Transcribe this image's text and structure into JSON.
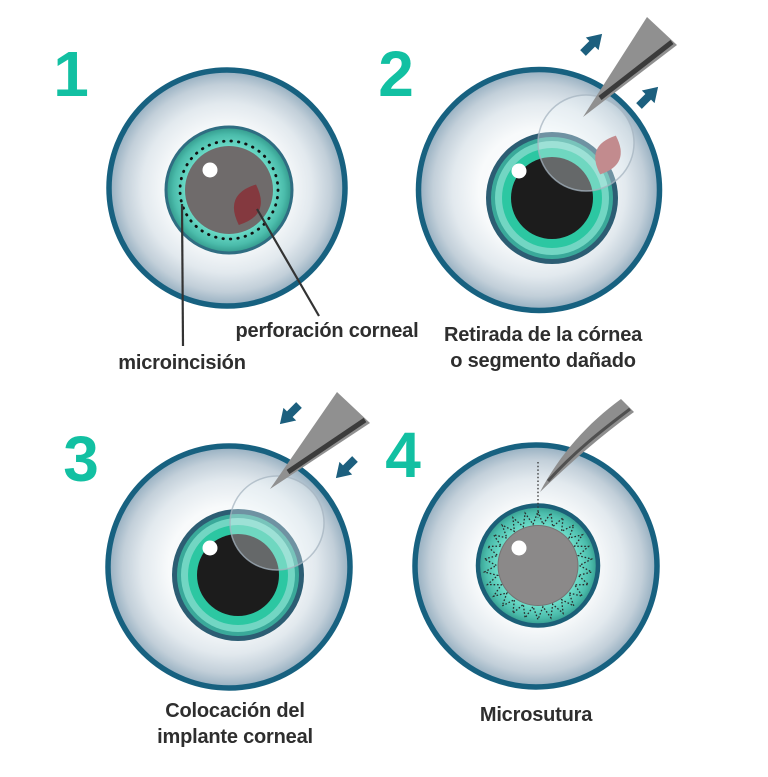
{
  "steps": [
    {
      "number": "1",
      "annotations": {
        "microincision": "microincisión",
        "perforation": "perforación corneal"
      }
    },
    {
      "number": "2",
      "caption": {
        "line1": "Retirada de la córnea",
        "line2": "o segmento dañado"
      }
    },
    {
      "number": "3",
      "caption": {
        "line1": "Colocación del",
        "line2": "implante corneal"
      }
    },
    {
      "number": "4",
      "caption": {
        "line1": "Microsutura"
      }
    }
  ],
  "colors": {
    "accent_teal": "#12c0a2",
    "eye_outline": "#176180",
    "sclera_edge": "#93adbf",
    "iris_slate": "#2c5d73",
    "iris_mint": "#72d6c3",
    "iris_green": "#2cc7a2",
    "pupil_black": "#1c1c1c",
    "stroma_gray": "#6f6b6b",
    "implant_gray": "#8b8989",
    "wound_red": "#84393f",
    "damaged_tissue_pink": "#c28b8e",
    "instrument_gray": "#909090",
    "instrument_edge": "#3b3b3b",
    "arrow_blue": "#1c5f7e",
    "label_text": "#2e2e2e"
  },
  "icons": {
    "tweezers": "surgical-tweezers-icon",
    "needle": "suture-needle-icon",
    "arrow": "direction-arrow-icon",
    "incision": "dotted-incision-ring",
    "suture": "zigzag-suture"
  }
}
